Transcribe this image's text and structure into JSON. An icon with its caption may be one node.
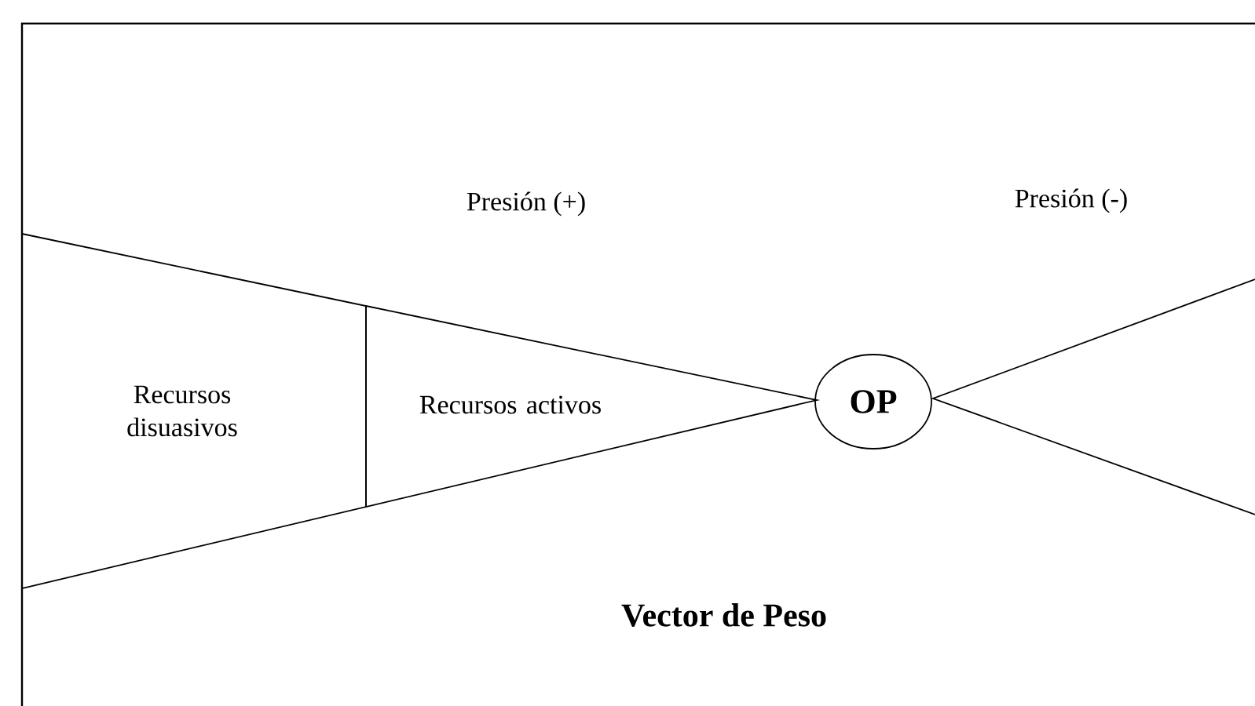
{
  "diagram": {
    "nodes": [
      {
        "text": [
          "Recursos disuasivos"
        ]
      },
      {
        "text": [
          "Recursos activos"
        ]
      },
      {
        "text": [
          "OP"
        ]
      }
    ],
    "labels": [
      "Presión (+)",
      "Presión (-)",
      "Vector de Peso"
    ]
  }
}
